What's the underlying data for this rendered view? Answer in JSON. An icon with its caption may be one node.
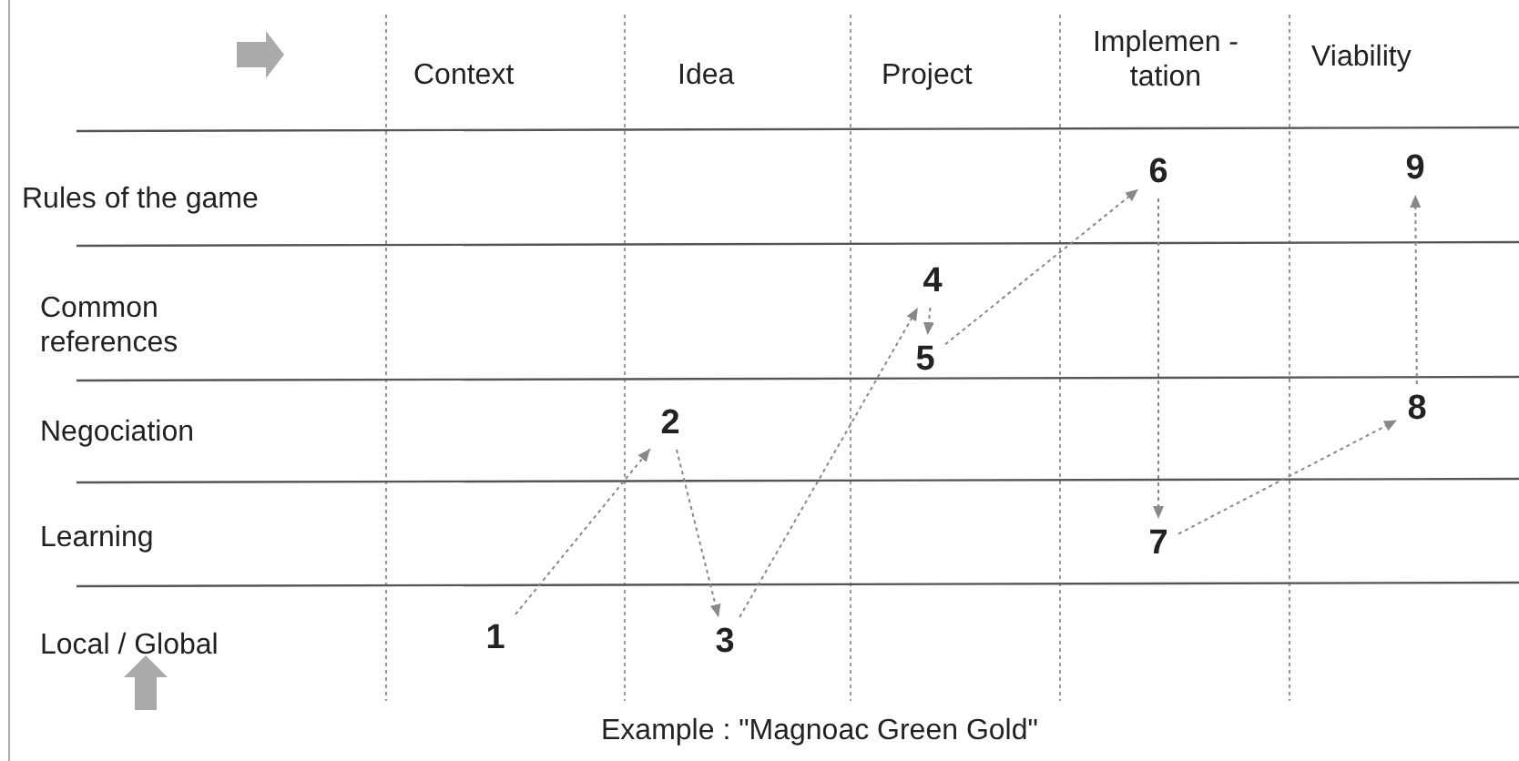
{
  "diagram": {
    "caption": "Example : \"Magnoac Green Gold\"",
    "nodes": [
      {
        "text": [
          "1"
        ]
      },
      {
        "text": [
          "2"
        ]
      },
      {
        "text": [
          "3"
        ]
      },
      {
        "text": [
          "4"
        ]
      },
      {
        "text": [
          "5"
        ]
      },
      {
        "text": [
          "6"
        ]
      },
      {
        "text": [
          "7"
        ]
      },
      {
        "text": [
          "8"
        ]
      },
      {
        "text": [
          "9"
        ]
      }
    ],
    "edges": [
      {
        "from": 0,
        "to": 1,
        "arrow": "to"
      },
      {
        "from": 1,
        "to": 2,
        "arrow": "to"
      },
      {
        "from": 2,
        "to": 3,
        "arrow": "to"
      },
      {
        "from": 3,
        "to": 4,
        "arrow": "to"
      },
      {
        "from": 4,
        "to": 5,
        "arrow": "to"
      },
      {
        "from": 5,
        "to": 6,
        "arrow": "to"
      },
      {
        "from": 6,
        "to": 7,
        "arrow": "to"
      },
      {
        "from": 7,
        "to": 8,
        "arrow": "to"
      }
    ],
    "labels": [
      "Context",
      "Idea",
      "Project",
      "Implemen -tation",
      "Viability",
      "Rules of the game",
      "Common references",
      "Negociation",
      "Learning",
      "Local / Global"
    ]
  }
}
